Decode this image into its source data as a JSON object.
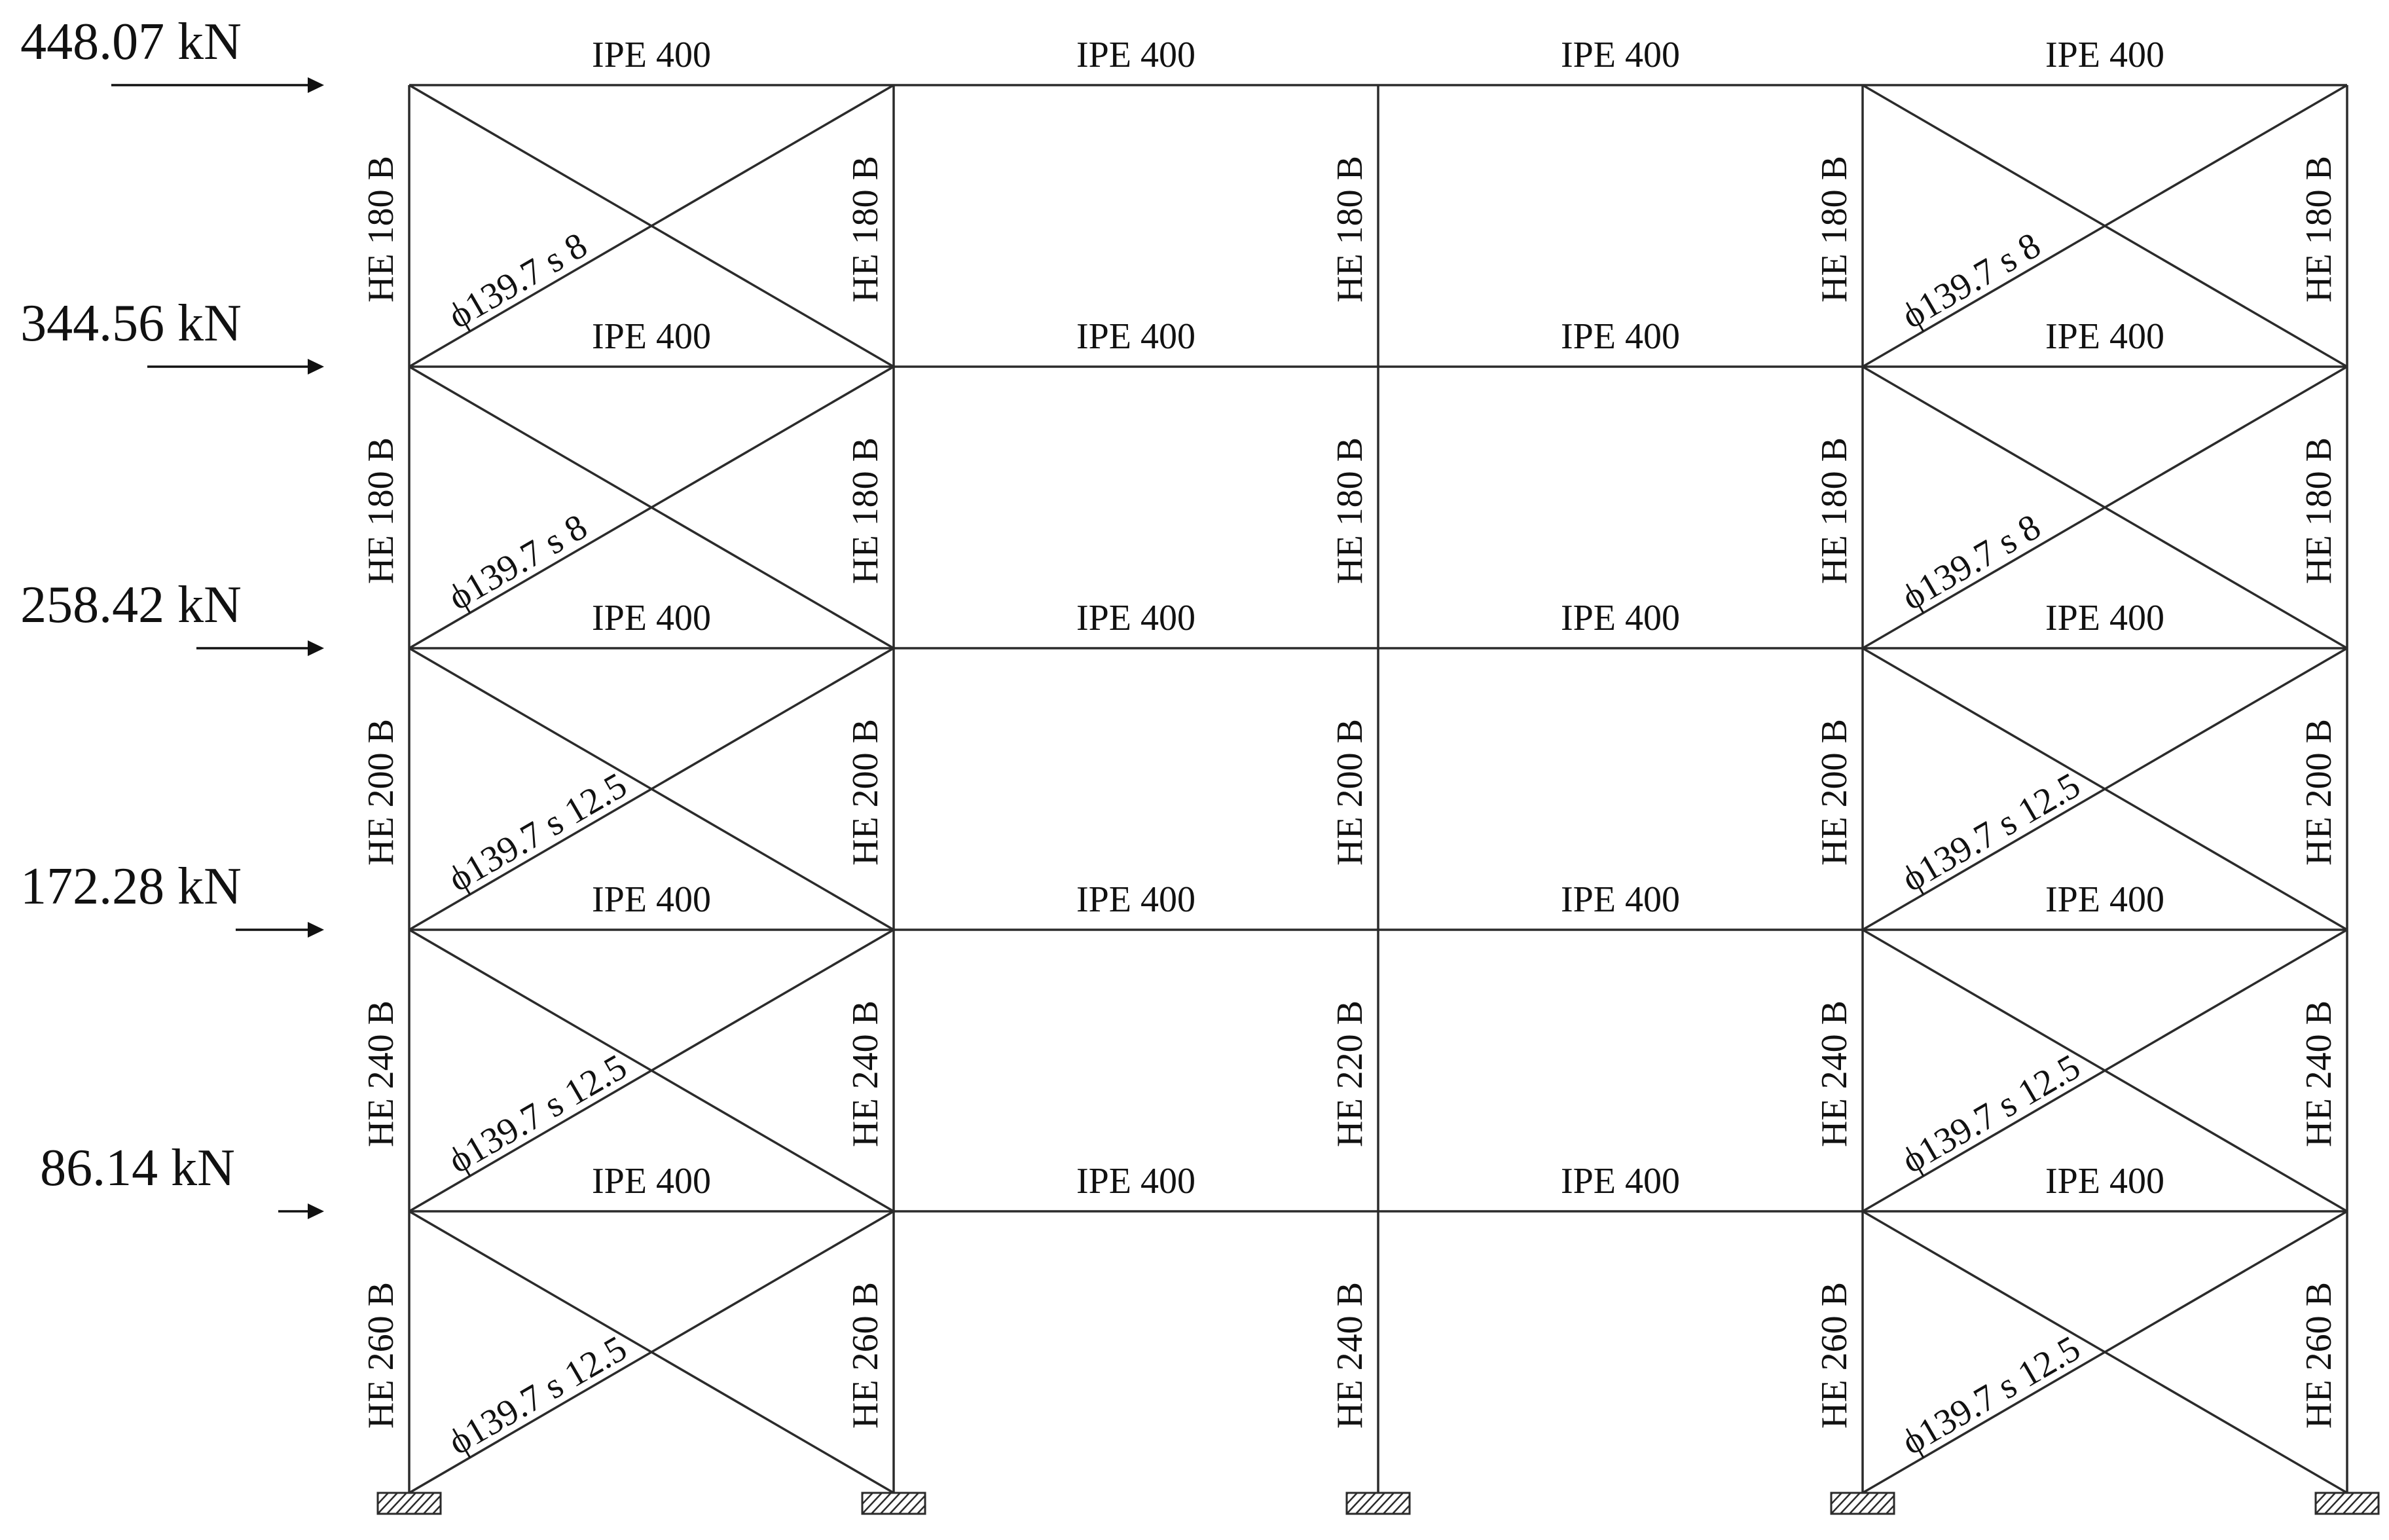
{
  "loads": [
    "448.07 kN",
    "344.56 kN",
    "258.42 kN",
    "172.28 kN",
    "86.14 kN"
  ],
  "beams": [
    "IPE 400",
    "IPE 400",
    "IPE 400",
    "IPE 400",
    "IPE 400"
  ],
  "columns": [
    [
      "HE 180 B",
      "HE 180 B",
      "HE 180 B",
      "HE 180 B",
      "HE 180 B"
    ],
    [
      "HE 180 B",
      "HE 180 B",
      "HE 180 B",
      "HE 180 B",
      "HE 180 B"
    ],
    [
      "HE 200 B",
      "HE 200 B",
      "HE 200 B",
      "HE 200 B",
      "HE 200 B"
    ],
    [
      "HE 240 B",
      "HE 240 B",
      "HE 220 B",
      "HE 240 B",
      "HE 240 B"
    ],
    [
      "HE 260 B",
      "HE 260 B",
      "HE 240 B",
      "HE 260 B",
      "HE 260 B"
    ]
  ],
  "braces": [
    "ϕ139.7 s 8",
    "ϕ139.7 s 8",
    "ϕ139.7 s 12.5",
    "ϕ139.7 s 12.5",
    "ϕ139.7 s 12.5"
  ],
  "colors": {
    "line": "#2b2b2b",
    "text": "#111111",
    "background": "#ffffff"
  }
}
